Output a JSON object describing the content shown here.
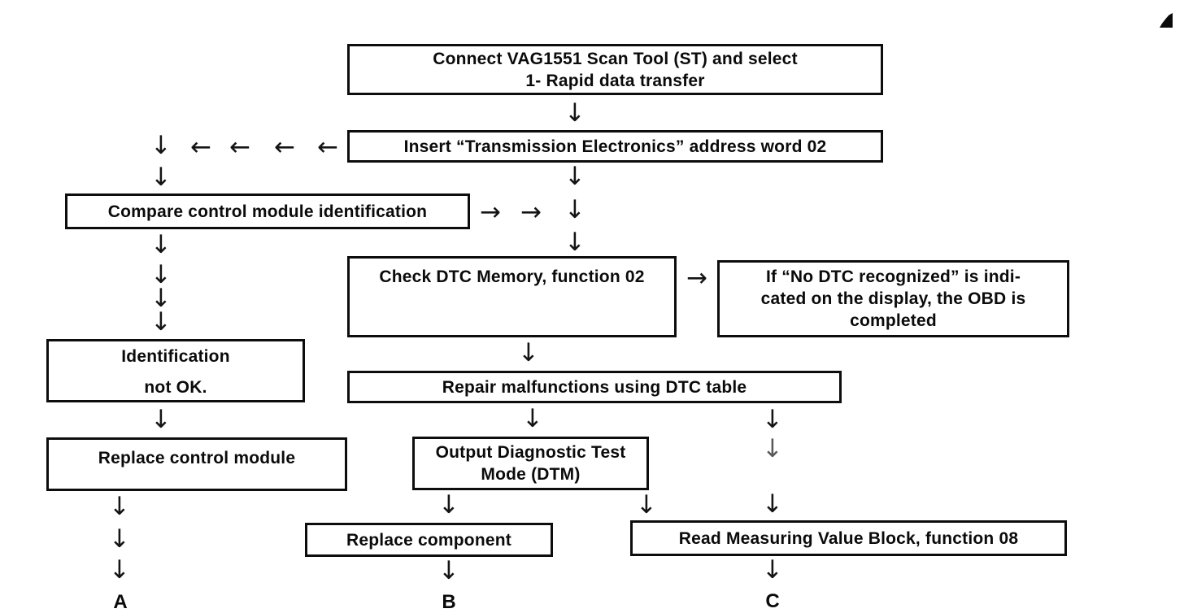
{
  "page": {
    "background": "#ffffff",
    "ink": "#0b0b0b"
  },
  "nodes": {
    "connect": {
      "lines": [
        "Connect VAG1551 Scan Tool (ST) and select",
        "1- Rapid data transfer"
      ]
    },
    "insert": {
      "text": "Insert “Transmission Electronics” address word 02"
    },
    "compare": {
      "text": "Compare control module identification"
    },
    "check": {
      "text": "Check DTC Memory, function 02"
    },
    "no_dtc": {
      "lines": [
        "If “No DTC recognized” is indi-",
        "cated on the display, the OBD is",
        "completed"
      ]
    },
    "identification": {
      "lines": [
        "Identification",
        "not OK."
      ]
    },
    "replace_module": {
      "text": "Replace control module"
    },
    "repair": {
      "text": "Repair malfunctions using DTC table"
    },
    "dtm": {
      "lines": [
        "Output Diagnostic Test",
        "Mode (DTM)"
      ]
    },
    "replace_component": {
      "text": "Replace component"
    },
    "read_block": {
      "text": "Read Measuring Value Block, function 08"
    }
  },
  "labels": {
    "a": "A",
    "b": "B",
    "c": "C"
  },
  "glyphs": {
    "down": "↓",
    "left": "←",
    "right": "→"
  }
}
